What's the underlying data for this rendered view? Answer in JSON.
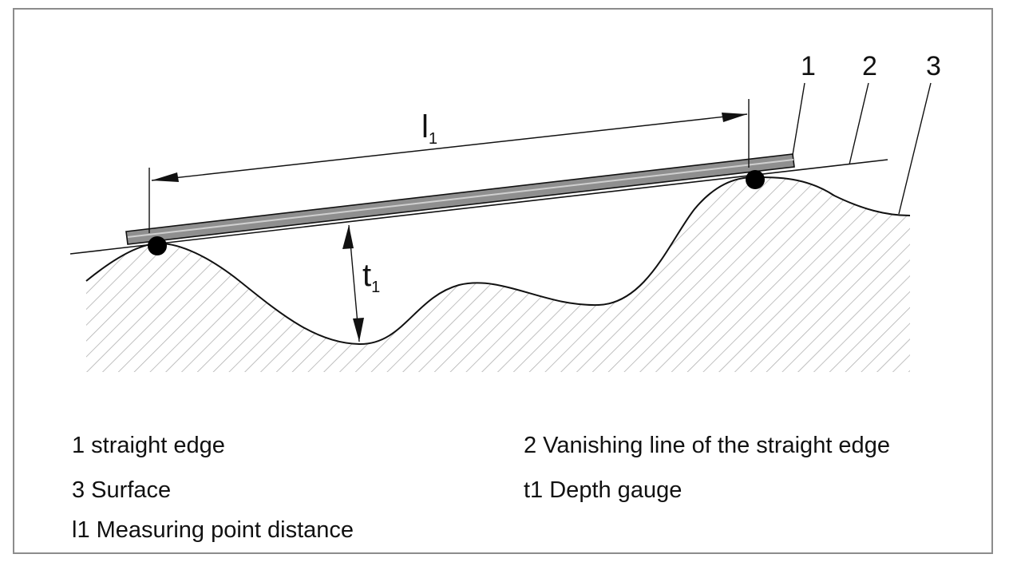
{
  "callouts": {
    "straight_edge": "1",
    "vanishing_line": "2",
    "surface": "3"
  },
  "dimensions": {
    "l1_main": "l",
    "l1_sub": "1",
    "t1_main": "t",
    "t1_sub": "1"
  },
  "legend": {
    "item_1": "1 straight edge",
    "item_2": "2 Vanishing line of the straight edge",
    "item_3": "3 Surface",
    "item_4": "t1 Depth gauge",
    "item_5": "l1 Measuring point distance"
  },
  "colors": {
    "frame": "#8c8c8c",
    "line": "#111111",
    "straight_edge_fill": "#8f8f8f",
    "hatch": "#b0b0b0"
  }
}
